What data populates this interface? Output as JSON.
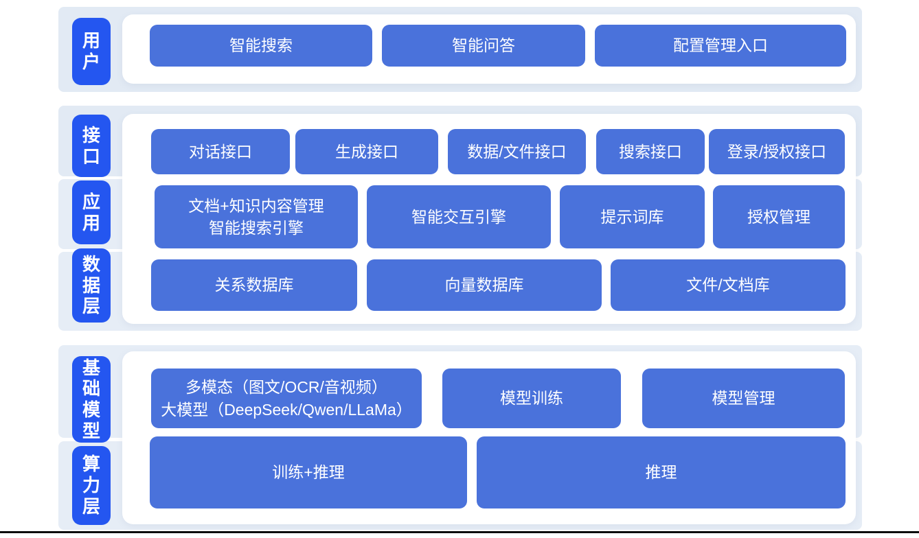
{
  "colors": {
    "layer_pill_blue": "#2456f0",
    "block_blue": "#4a72db",
    "band_background": "#e6edf6",
    "panel_background": "#ffffff",
    "bottom_border": "#0b0b0b",
    "text": "#ffffff"
  },
  "sections": [
    {
      "name": "user-layer",
      "labels": [
        {
          "id": "user",
          "text": "用户"
        }
      ],
      "rows": [
        {
          "blocks": [
            {
              "text": "智能搜索"
            },
            {
              "text": "智能问答"
            },
            {
              "text": "配置管理入口"
            }
          ]
        }
      ]
    },
    {
      "name": "interface-application-data-layer",
      "labels": [
        {
          "id": "interface",
          "text": "接口"
        },
        {
          "id": "application",
          "text": "应用"
        },
        {
          "id": "data",
          "text": "数据层"
        }
      ],
      "rows": [
        {
          "blocks": [
            {
              "text": "对话接口"
            },
            {
              "text": "生成接口"
            },
            {
              "text": "数据/文件接口"
            },
            {
              "text": "搜索接口"
            },
            {
              "text": "登录/授权接口"
            }
          ]
        },
        {
          "blocks": [
            {
              "text": "文档+知识内容管理\n智能搜索引擎"
            },
            {
              "text": "智能交互引擎"
            },
            {
              "text": "提示词库"
            },
            {
              "text": "授权管理"
            }
          ]
        },
        {
          "blocks": [
            {
              "text": "关系数据库"
            },
            {
              "text": "向量数据库"
            },
            {
              "text": "文件/文档库"
            }
          ]
        }
      ]
    },
    {
      "name": "foundation-model-compute-layer",
      "labels": [
        {
          "id": "foundation-model",
          "text": "基础模型"
        },
        {
          "id": "compute",
          "text": "算力层"
        }
      ],
      "rows": [
        {
          "blocks": [
            {
              "text": "多模态（图文/OCR/音视频）\n大模型（DeepSeek/Qwen/LLaMa）"
            },
            {
              "text": "模型训练"
            },
            {
              "text": "模型管理"
            }
          ]
        },
        {
          "blocks": [
            {
              "text": "训练+推理"
            },
            {
              "text": "推理"
            }
          ]
        }
      ]
    }
  ]
}
